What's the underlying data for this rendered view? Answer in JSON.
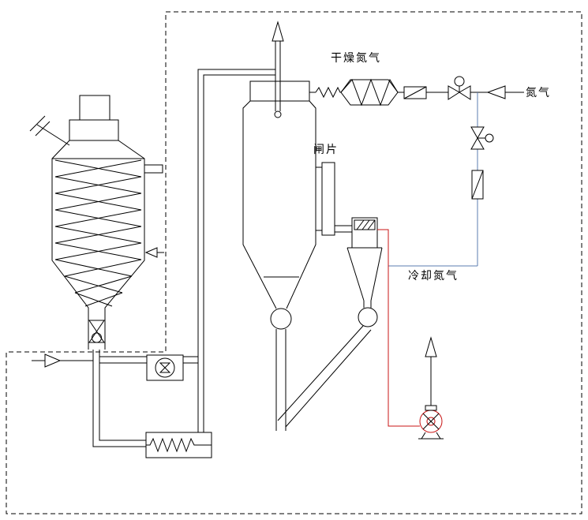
{
  "diagram": {
    "labels": {
      "dry_nitrogen": "干燥氮气",
      "gate_plates": "闸片",
      "cooling_nitrogen": "冷却氮气",
      "nitrogen": "氮气"
    },
    "colors": {
      "line": "#000000",
      "cooling_line": "#5b7db1",
      "exhaust_line": "#c81414",
      "background": "#ffffff"
    },
    "icons": [
      "vent-arrow-icon",
      "feed-arrow-icon",
      "agitator-handle-icon",
      "discharge-valve-icon",
      "rotary-feeder-icon",
      "heater-element-icon",
      "flex-connector-icon",
      "finned-heater-icon",
      "filter-icon",
      "ball-valve-icon",
      "check-arrow-icon",
      "gate-plates-icon",
      "cyclone-icon",
      "rotary-airlock-icon",
      "blower-icon",
      "exhaust-arrow-icon"
    ]
  }
}
